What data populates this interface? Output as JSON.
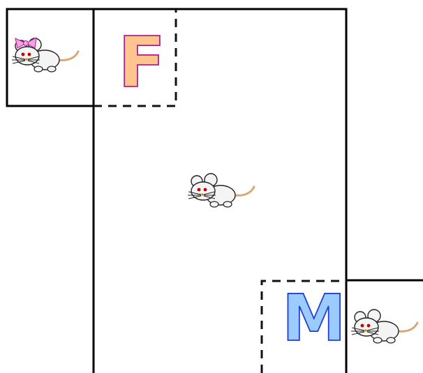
{
  "diagram": {
    "letters": {
      "female": "F",
      "male": "M"
    },
    "colors": {
      "female_fill": "#FFC58C",
      "female_stroke": "#B0208A",
      "male_fill": "#9CCBFF",
      "male_stroke": "#1F3FD8",
      "mouse_body": "#F4F4F4",
      "mouse_outline": "#222222",
      "mouse_eye": "#C00000",
      "mouse_tail": "#D9A772",
      "bow": "#F7A2E8"
    },
    "mice": [
      {
        "kind": "female-with-bow"
      },
      {
        "kind": "plain"
      },
      {
        "kind": "plain"
      }
    ]
  }
}
